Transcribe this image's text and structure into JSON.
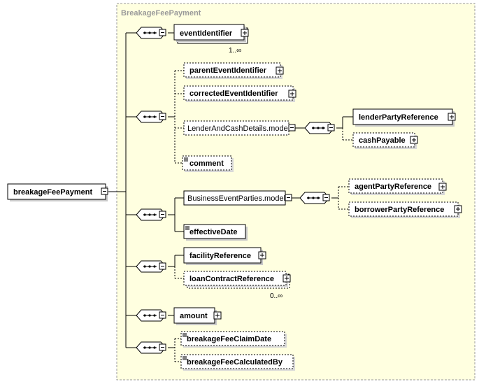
{
  "group_title": "BreakageFeePayment",
  "root": {
    "label": "breakageFeePayment"
  },
  "elements": {
    "eventIdentifier": "eventIdentifier",
    "eventIdentifier_occurs": "1..∞",
    "parentEventIdentifier": "parentEventIdentifier",
    "correctedEventIdentifier": "correctedEventIdentifier",
    "lenderAndCashDetails": "LenderAndCashDetails.model",
    "lenderPartyReference": "lenderPartyReference",
    "cashPayable": "cashPayable",
    "comment": "comment",
    "businessEventParties": "BusinessEventParties.model",
    "agentPartyReference": "agentPartyReference",
    "borrowerPartyReference": "borrowerPartyReference",
    "effectiveDate": "effectiveDate",
    "facilityReference": "facilityReference",
    "loanContractReference": "loanContractReference",
    "loanContractReference_occurs": "0..∞",
    "amount": "amount",
    "breakageFeeClaimDate": "breakageFeeClaimDate",
    "breakageFeeCalculatedBy": "breakageFeeCalculatedBy"
  }
}
